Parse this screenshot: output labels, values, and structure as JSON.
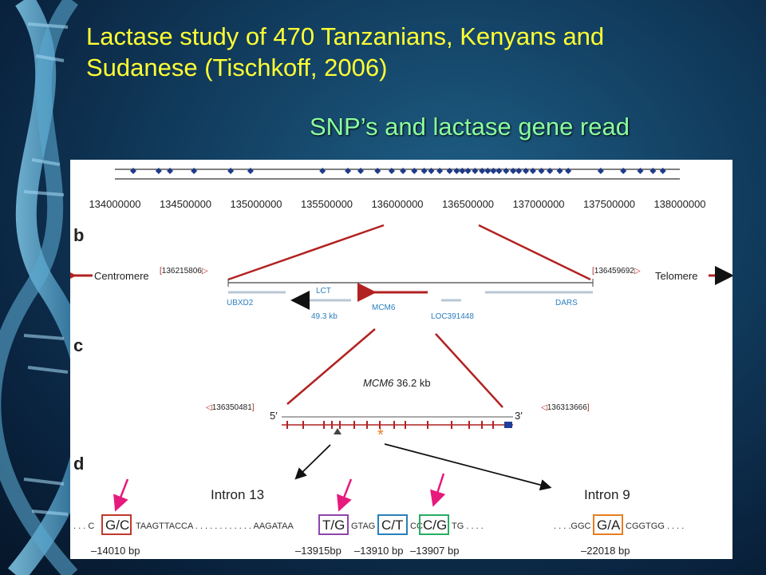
{
  "slide": {
    "title_line1": "Lactase study of 470 Tanzanians, Kenyans and",
    "title_line2": "Sudanese (Tischkoff, 2006)",
    "subtitle": "SNP’s and lactase gene read"
  },
  "panel_a": {
    "ticks": [
      "134000000",
      "134500000",
      "135000000",
      "135500000",
      "136000000",
      "136500000",
      "137000000",
      "137500000",
      "138000000"
    ],
    "snp_positions": [
      134130000,
      134310000,
      134390000,
      134560000,
      134820000,
      134960000,
      135470000,
      135650000,
      135740000,
      135860000,
      135960000,
      136040000,
      136120000,
      136190000,
      136240000,
      136300000,
      136370000,
      136420000,
      136460000,
      136500000,
      136550000,
      136600000,
      136640000,
      136680000,
      136720000,
      136770000,
      136820000,
      136860000,
      136910000,
      136960000,
      137020000,
      137080000,
      137150000,
      137210000,
      137440000,
      137600000,
      137720000,
      137810000,
      137880000
    ]
  },
  "panel_b": {
    "label": "b",
    "centromere": "Centromere",
    "telomere": "Telomere",
    "left_coord": "136215806",
    "right_coord": "136459692",
    "genes": {
      "ubxd2": "UBXD2",
      "lct": "LCT",
      "lct_size": "49.3 kb",
      "mcm6": "MCM6",
      "loc": "LOC391448",
      "dars": "DARS"
    }
  },
  "panel_c": {
    "label": "c",
    "gene_name": "MCM6",
    "gene_size": "36.2 kb",
    "left_coord": "136350481",
    "right_coord": "136313666",
    "five_prime": "5′",
    "three_prime": "3′",
    "asterisk": "*"
  },
  "panel_d": {
    "label": "d",
    "intron13": "Intron 13",
    "intron9": "Intron 9",
    "seq": {
      "s1_pre": ". . . C",
      "s1_snp": "G/C",
      "s1_post": "TAAGTTACCA . . . . . . . . . . . . AAGATAA",
      "s2_snp": "T/G",
      "s2_post": "GTAG",
      "s3_snp": "C/T",
      "s3_post": "CC",
      "s4_snp": "C/G",
      "s4_post": "TG . . . .",
      "s5_pre": ". . . .GGC",
      "s5_snp": "G/A",
      "s5_post": "CGGTGG . . . ."
    },
    "positions": {
      "p1": "–14010 bp",
      "p2": "–13915bp",
      "p3": "–13910 bp",
      "p4": "–13907 bp",
      "p5": "–22018 bp"
    }
  },
  "colors": {
    "title": "#ffff33",
    "subtitle": "#8cff9e",
    "gene_red": "#b22222",
    "arrow_magenta": "#e6197d",
    "box_red": "#c0392b",
    "box_purple": "#8e44ad",
    "box_blue": "#2980b9",
    "box_green": "#27ae60",
    "box_orange": "#e67e22"
  }
}
